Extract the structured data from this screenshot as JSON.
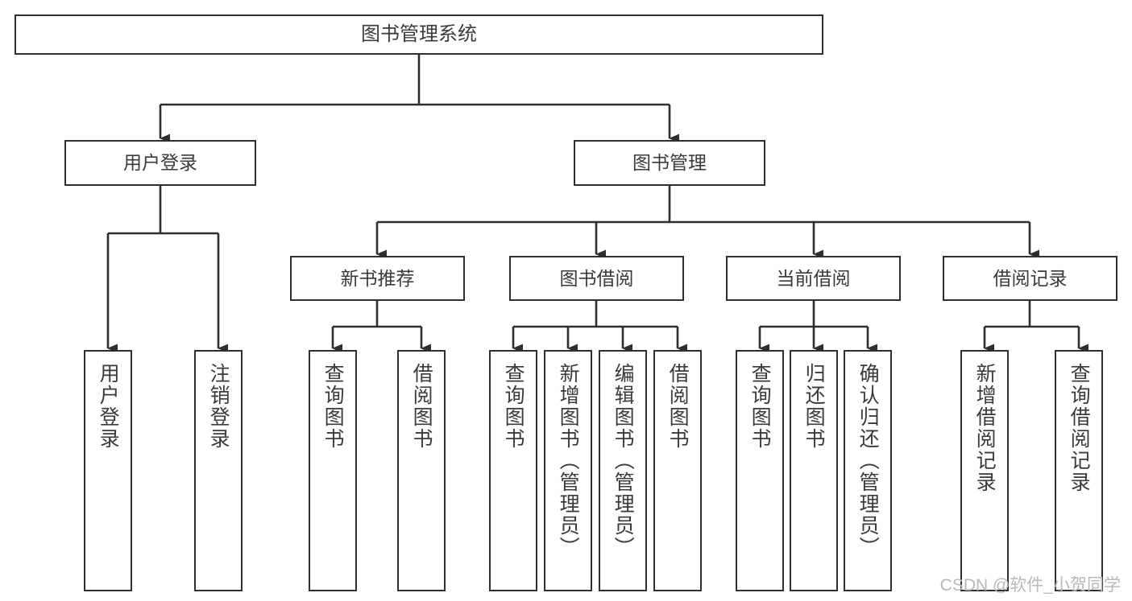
{
  "diagram": {
    "type": "tree-hierarchy-chart",
    "title_node": "图书管理系统",
    "line_color": "#2e2e2e",
    "text_color": "#3a3a3a",
    "background": "#ffffff",
    "levels": {
      "root": {
        "label": "图书管理系统"
      },
      "level2": [
        {
          "label": "用户登录"
        },
        {
          "label": "图书管理"
        }
      ],
      "level3": [
        {
          "label": "新书推荐"
        },
        {
          "label": "图书借阅"
        },
        {
          "label": "当前借阅"
        },
        {
          "label": "借阅记录"
        }
      ],
      "leaves": {
        "user_login": [
          {
            "label": "用户登录"
          },
          {
            "label": "注销登录"
          }
        ],
        "new_book_recommend": [
          {
            "label": "查询图书"
          },
          {
            "label": "借阅图书"
          }
        ],
        "book_borrow": [
          {
            "label": "查询图书"
          },
          {
            "label": "新增图书（管理员）"
          },
          {
            "label": "编辑图书（管理员）"
          },
          {
            "label": "借阅图书"
          }
        ],
        "current_borrow": [
          {
            "label": "查询图书"
          },
          {
            "label": "归还图书"
          },
          {
            "label": "确认归还（管理员）"
          }
        ],
        "borrow_record": [
          {
            "label": "新增借阅记录"
          },
          {
            "label": "查询借阅记录"
          }
        ]
      }
    }
  },
  "watermark": {
    "text": "CSDN @软件_小贺同学"
  }
}
